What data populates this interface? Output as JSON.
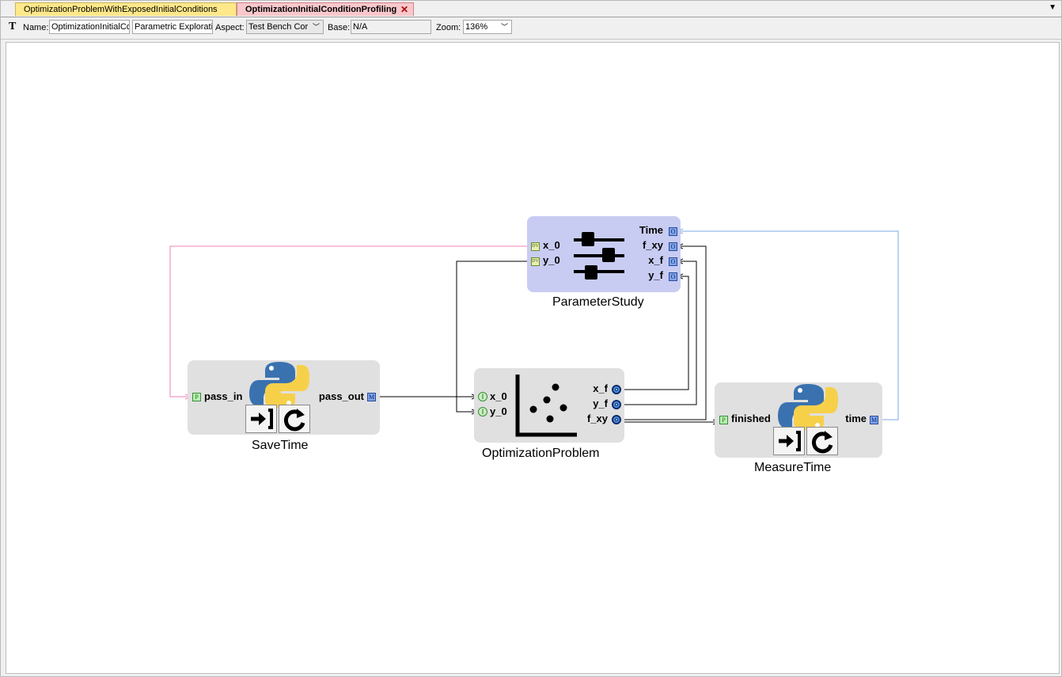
{
  "tabs": [
    {
      "label": "OptimizationProblemWithExposedInitialConditions"
    },
    {
      "label": "OptimizationInitialConditionProfiling"
    }
  ],
  "toolbar": {
    "name_label": "Name:",
    "name_value": "OptimizationInitialCor",
    "meta_value": "Parametric Exploratio",
    "aspect_label": "Aspect:",
    "aspect_value": "Test Bench Cor",
    "base_label": "Base:",
    "base_value": "N/A",
    "zoom_label": "Zoom:",
    "zoom_value": "136%"
  },
  "blocks": {
    "parameter_study": {
      "caption": "ParameterStudy",
      "inputs": [
        "x_0",
        "y_0"
      ],
      "outputs": [
        "Time",
        "f_xy",
        "x_f",
        "y_f"
      ],
      "input_badge": "DV",
      "output_badge": "O"
    },
    "save_time": {
      "caption": "SaveTime",
      "input": "pass_in",
      "output": "pass_out",
      "input_badge": "P",
      "output_badge": "M"
    },
    "optimization_problem": {
      "caption": "OptimizationProblem",
      "inputs": [
        "x_0",
        "y_0"
      ],
      "outputs": [
        "x_f",
        "y_f",
        "f_xy"
      ],
      "input_badge": "I"
    },
    "measure_time": {
      "caption": "MeasureTime",
      "input": "finished",
      "output": "time",
      "input_badge": "P",
      "output_badge": "M"
    }
  },
  "colors": {
    "parameter_study_bg": "#c8ccf2",
    "block_bg": "#e0e0e0",
    "pink_wire": "#f080b8",
    "blue_wire": "#7aa8e0",
    "black_wire": "#000000"
  }
}
